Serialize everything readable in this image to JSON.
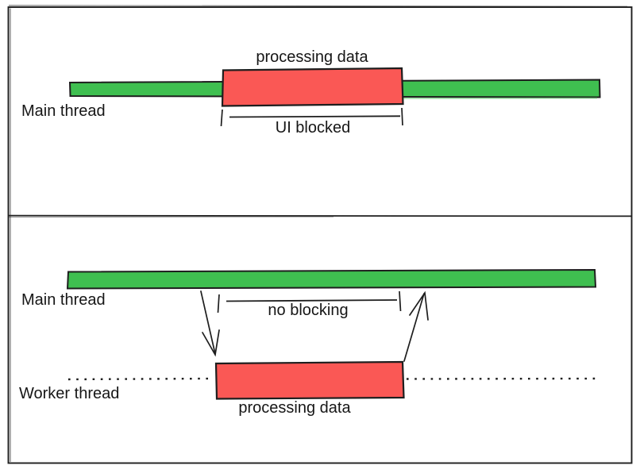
{
  "colors": {
    "thread_green": "#3fbf50",
    "processing_red": "#fa5855",
    "stroke": "#1e1e1e"
  },
  "top_panel": {
    "processing_label": "processing data",
    "thread_label": "Main thread",
    "bracket_label": "UI blocked"
  },
  "bottom_panel": {
    "thread_label": "Main thread",
    "bracket_label": "no blocking",
    "worker_label": "Worker thread",
    "processing_label": "processing data"
  }
}
